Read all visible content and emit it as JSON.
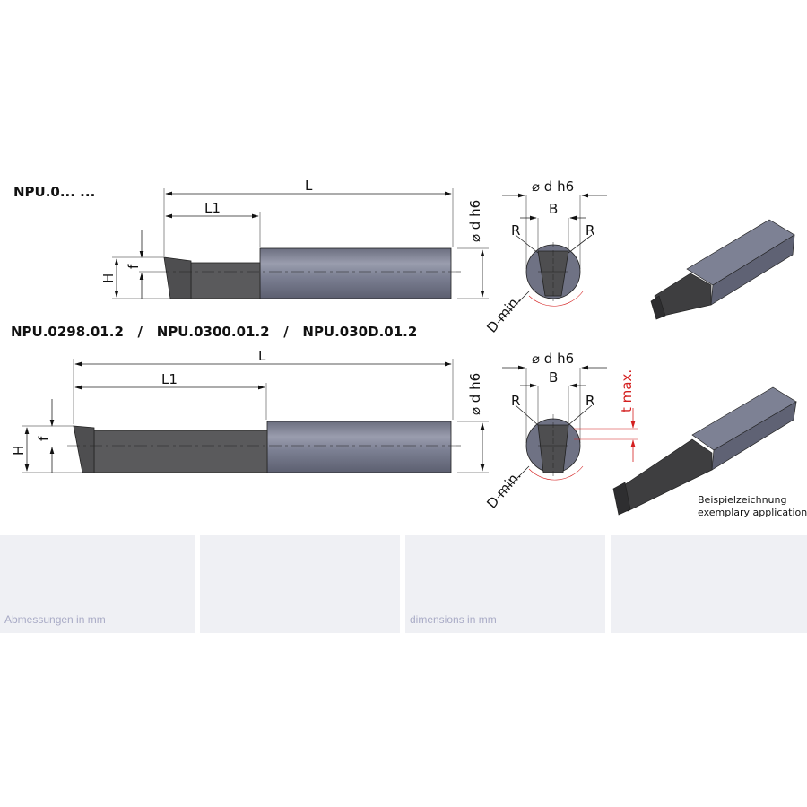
{
  "drawing": {
    "series_label": "NPU.0... ...",
    "models_label": "NPU.0298.01.2   /   NPU.0300.01.2   /   NPU.030D.01.2",
    "dims": {
      "L": "L",
      "L1": "L1",
      "H": "H",
      "f": "f",
      "d": "⌀ d h6",
      "B": "B",
      "R": "R",
      "Dmin": "D min.",
      "tmax": "t max."
    },
    "caption": {
      "de": "Beispielzeichnung",
      "en": "exemplary application"
    },
    "colors": {
      "shank": "#7d8194",
      "carbide": "#58585a",
      "accent": "#d42020"
    }
  },
  "panels": [
    {
      "text": "Abmessungen in mm"
    },
    {
      "text": ""
    },
    {
      "text": "dimensions in mm"
    },
    {
      "text": ""
    }
  ]
}
